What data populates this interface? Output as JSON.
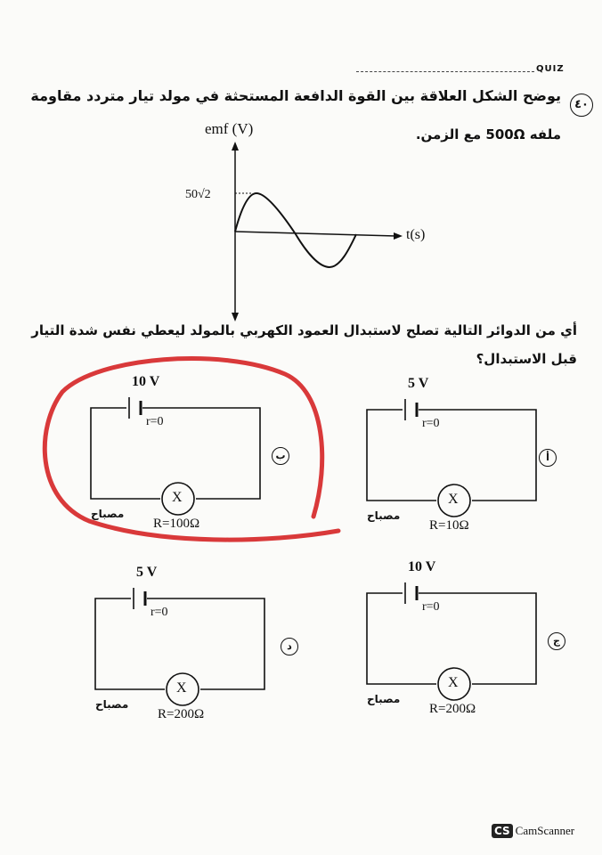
{
  "header": {
    "logo_text": "QUIZ"
  },
  "question": {
    "number": "٤٠",
    "line1": "يوضح الشكل العلاقة بين القوة الدافعة المستحثة في مولد تيار متردد مقاومة",
    "line2": "ملفه 500Ω مع الزمن.",
    "line3": "أي من الدوائر التالية تصلح لاستبدال العمود الكهربي بالمولد ليعطي نفس شدة التيار",
    "line4": "قبل الاستبدال؟"
  },
  "graph": {
    "ylabel": "emf (V)",
    "xlabel": "t(s)",
    "peak_label": "50√2"
  },
  "circuits": [
    {
      "option": "ب",
      "voltage": "10 V",
      "r": "r=0",
      "lamp": "مصباح",
      "lamp_symbol": "X",
      "R": "R=100Ω",
      "circled": true
    },
    {
      "option": "أ",
      "voltage": "5 V",
      "r": "r=0",
      "lamp": "مصباح",
      "lamp_symbol": "X",
      "R": "R=10Ω",
      "circled": false
    },
    {
      "option": "د",
      "voltage": "5 V",
      "r": "r=0",
      "lamp": "مصباح",
      "lamp_symbol": "X",
      "R": "R=200Ω",
      "circled": false
    },
    {
      "option": "ج",
      "voltage": "10 V",
      "r": "r=0",
      "lamp": "مصباح",
      "lamp_symbol": "X",
      "R": "R=200Ω",
      "circled": false
    }
  ],
  "footer": {
    "badge": "CS",
    "brand": "CamScanner"
  },
  "colors": {
    "annotation": "#d9393a"
  }
}
